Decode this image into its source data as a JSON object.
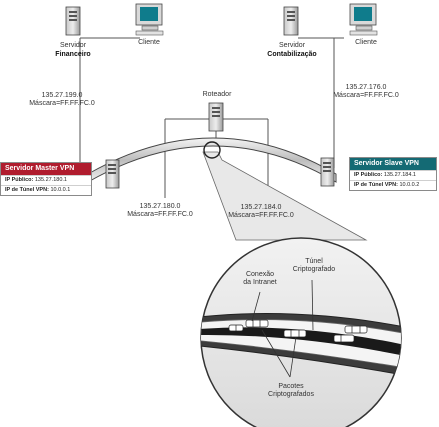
{
  "nodes": {
    "server_financial": {
      "role": "Servidor",
      "name": "Financeiro"
    },
    "client_left": {
      "label": "Cliente"
    },
    "server_accounting": {
      "role": "Servidor",
      "name": "Contabilização"
    },
    "client_right": {
      "label": "Cliente"
    },
    "router": {
      "label": "Roteador"
    }
  },
  "networks": {
    "top_left": {
      "address": "135.27.199.0",
      "mask": "Máscara=FF.FF.FC.0"
    },
    "top_right": {
      "address": "135.27.176.0",
      "mask": "Máscara=FF.FF.FC.0"
    },
    "bottom_left": {
      "address": "135.27.180.0",
      "mask": "Máscara=FF.FF.FC.0"
    },
    "bottom_right": {
      "address": "135.27.184.0",
      "mask": "Máscara=FF.FF.FC.0"
    }
  },
  "master_box": {
    "title": "Servidor Master VPN",
    "public_ip_label": "IP Público:",
    "public_ip": "135.27.180.1",
    "tunnel_ip_label": "IP de Túnel VPN:",
    "tunnel_ip": "10.0.0.1",
    "header_color": "#b01c2e"
  },
  "slave_box": {
    "title": "Servidor Slave VPN",
    "public_ip_label": "IP Público:",
    "public_ip": "135.27.184.1",
    "tunnel_ip_label": "IP de Túnel VPN:",
    "tunnel_ip": "10.0.0.2",
    "header_color": "#146a74"
  },
  "zoom": {
    "intranet_label_line1": "Conexão",
    "intranet_label_line2": "da Intranet",
    "tunnel_label_line1": "Túnel",
    "tunnel_label_line2": "Criptografado",
    "packets_label_line1": "Pacotes",
    "packets_label_line2": "Criptografados"
  }
}
